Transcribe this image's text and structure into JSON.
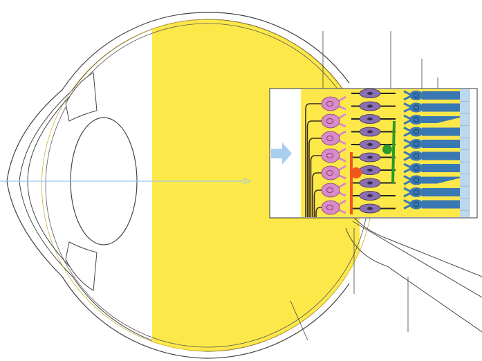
{
  "diagram": {
    "colors": {
      "retina_yellow": "#fde84a",
      "ganglion_cell": "#d98ac8",
      "bipolar_cell": "#8a6fb0",
      "photoreceptor": "#3a78b4",
      "pigment_layer": "#bcd8ee",
      "horizontal_cell": "#f0561e",
      "amacrine_cell": "#2a9a2a",
      "light_arrow": "#a8cff0",
      "outline": "#333333"
    },
    "counts": {
      "ganglion_cells": 7,
      "bipolar_cells": 10,
      "photoreceptors": 10
    }
  }
}
